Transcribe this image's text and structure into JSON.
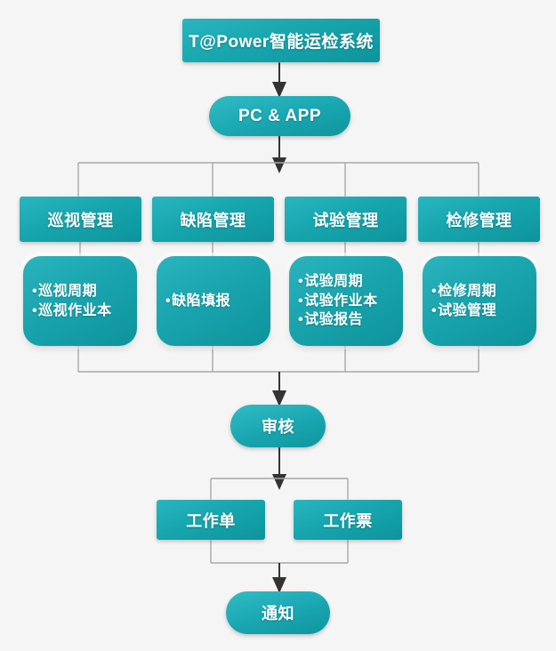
{
  "diagram": {
    "title_node": {
      "label": "T@Power智能运检系统"
    },
    "channel_node": {
      "label": "PC & APP"
    },
    "management": [
      {
        "label": "巡视管理"
      },
      {
        "label": "缺陷管理"
      },
      {
        "label": "试验管理"
      },
      {
        "label": "检修管理"
      }
    ],
    "details": [
      {
        "items": [
          "巡视周期",
          "巡视作业本"
        ]
      },
      {
        "items": [
          "缺陷填报"
        ]
      },
      {
        "items": [
          "试验周期",
          "试验作业本",
          "试验报告"
        ]
      },
      {
        "items": [
          "检修周期",
          "试验管理"
        ]
      }
    ],
    "review_node": {
      "label": "审核"
    },
    "tickets": [
      {
        "label": "工作单"
      },
      {
        "label": "工作票"
      }
    ],
    "notify_node": {
      "label": "通知"
    },
    "colors": {
      "background": "#f5f5f5",
      "node_top": "#2ab4bd",
      "node_bottom": "#0e939b",
      "connector_line": "#a8a8a8",
      "arrow": "#333333",
      "text": "#ffffff"
    }
  }
}
